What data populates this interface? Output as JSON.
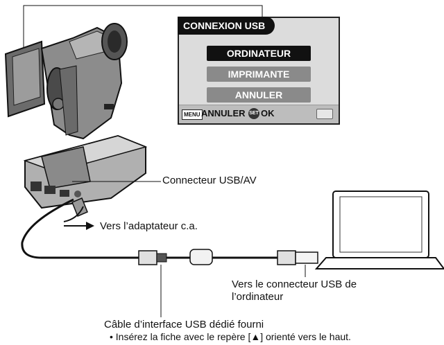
{
  "camera_screen": {
    "title": "CONNEXION USB",
    "options": [
      "ORDINATEUR",
      "IMPRIMANTE",
      "ANNULER"
    ],
    "footer": {
      "menu_key": "MENU",
      "menu_action": "ANNULER",
      "set_key": "SET",
      "set_action": "OK"
    }
  },
  "labels": {
    "usb_av_connector": "Connecteur USB/AV",
    "to_ac_adapter": "Vers l’adaptateur c.a.",
    "to_pc_usb_line1": "Vers le connecteur USB de",
    "to_pc_usb_line2": "l’ordinateur",
    "cable": "Câble d’interface USB dédié fourni",
    "note": "• Insérez la fiche avec le repère [▲] orienté vers le haut."
  },
  "icons": [
    "camera-icon",
    "dock-icon",
    "laptop-icon",
    "usb-plug-icon",
    "ferrite-core-icon",
    "arrow-right-icon",
    "battery-icon"
  ]
}
